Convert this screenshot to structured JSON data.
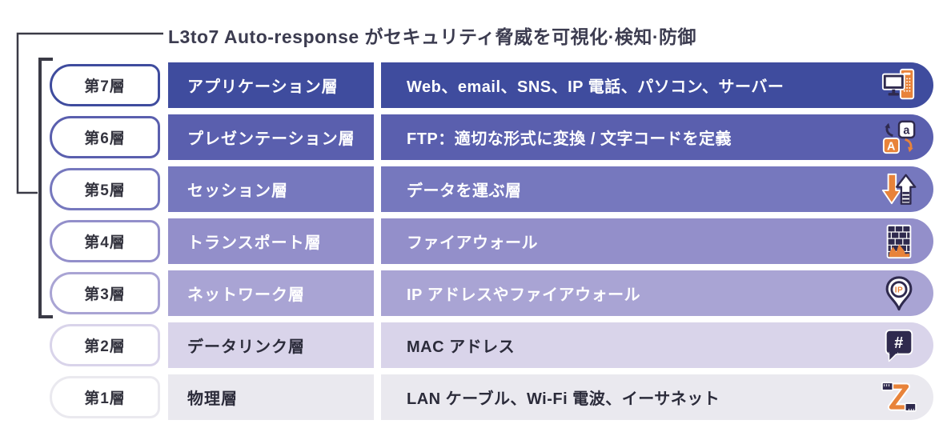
{
  "title": "L3to7 Auto-response がセキュリティ脅威を可視化·検知·防御",
  "colors": {
    "accent_orange": "#E8833A",
    "icon_dark_navy": "#2F2A4E",
    "bracket": "#3A3A46",
    "title_text": "#3C3C50"
  },
  "layers": [
    {
      "badge": "第7層",
      "name": "アプリケーション層",
      "description": "Web、email、SNS、IP 電話、パソコン、サーバー",
      "icon": "monitor-server-icon",
      "color": "#3F4C9E",
      "text_color": "#FFFFFF"
    },
    {
      "badge": "第6層",
      "name": "プレゼンテーション層",
      "description": "FTP：適切な形式に変換 / 文字コードを定義",
      "icon": "translate-icon",
      "color": "#5A5FAE",
      "text_color": "#FFFFFF"
    },
    {
      "badge": "第5層",
      "name": "セッション層",
      "description": "データを運ぶ層",
      "icon": "updown-arrows-icon",
      "color": "#7678BE",
      "text_color": "#FFFFFF"
    },
    {
      "badge": "第4層",
      "name": "トランスポート層",
      "description": "ファイアウォール",
      "icon": "firewall-icon",
      "color": "#938FCA",
      "text_color": "#FFFFFF"
    },
    {
      "badge": "第3層",
      "name": "ネットワーク層",
      "description": "IP アドレスやファイアウォール",
      "icon": "ip-pin-icon",
      "color": "#A9A4D4",
      "text_color": "#FFFFFF"
    },
    {
      "badge": "第2層",
      "name": "データリンク層",
      "description": "MAC アドレス",
      "icon": "hash-bubble-icon",
      "color": "#D9D4EA",
      "text_color": "#2B2B3A"
    },
    {
      "badge": "第1層",
      "name": "物理層",
      "description": "LAN ケーブル、Wi-Fi 電波、イーサネット",
      "icon": "lan-cable-icon",
      "color": "#EAE9EF",
      "text_color": "#2B2B3A"
    }
  ]
}
